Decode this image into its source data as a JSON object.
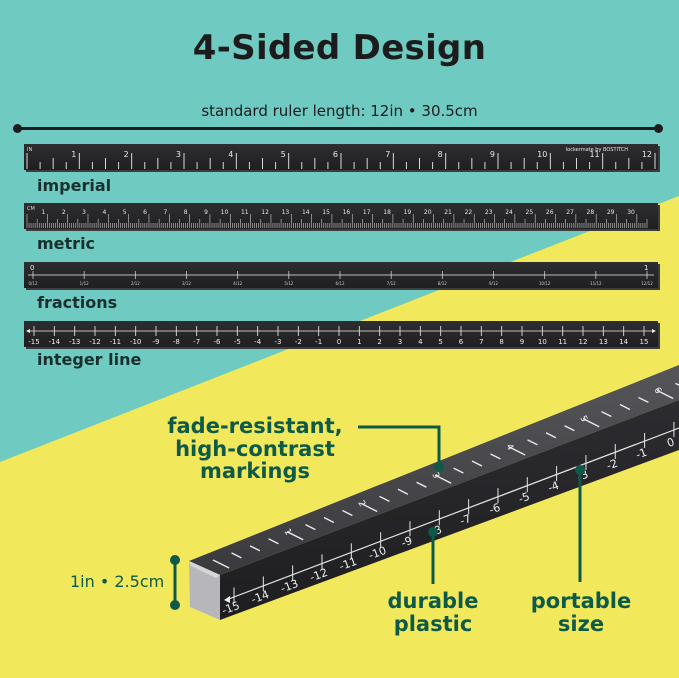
{
  "header": {
    "title": "4-Sided Design",
    "subtitle": "standard ruler length: 12in • 30.5cm"
  },
  "rulers": [
    {
      "side": "imperial",
      "unit_mark": "IN",
      "ticks": [
        "1",
        "2",
        "3",
        "4",
        "5",
        "6",
        "7",
        "8",
        "9",
        "10",
        "11",
        "12"
      ],
      "brand": "lockermate by BOSTITCH"
    },
    {
      "side": "metric",
      "unit_mark": "CM",
      "ticks": [
        "1",
        "2",
        "3",
        "4",
        "5",
        "6",
        "7",
        "8",
        "9",
        "10",
        "11",
        "12",
        "13",
        "14",
        "15",
        "16",
        "17",
        "18",
        "19",
        "20",
        "21",
        "22",
        "23",
        "24",
        "25",
        "26",
        "27",
        "28",
        "29",
        "30"
      ]
    },
    {
      "side": "fractions",
      "start": "0",
      "end": "1"
    },
    {
      "side": "integer line",
      "ticks": [
        "-15",
        "-14",
        "-13",
        "-12",
        "-11",
        "-10",
        "-9",
        "-8",
        "-7",
        "-6",
        "-5",
        "-4",
        "-3",
        "-2",
        "-1",
        "0",
        "1",
        "2",
        "3",
        "4",
        "5",
        "6",
        "7",
        "8",
        "9",
        "10",
        "11",
        "12",
        "13",
        "14",
        "15"
      ]
    }
  ],
  "labels": {
    "imperial": "imperial",
    "metric": "metric",
    "fractions": "fractions",
    "integer": "integer line"
  },
  "callouts": {
    "markings_line1": "fade-resistant,",
    "markings_line2": "high-contrast",
    "markings_line3": "markings",
    "durable_line1": "durable",
    "durable_line2": "plastic",
    "portable_line1": "portable",
    "portable_line2": "size",
    "size": "1in • 2.5cm"
  },
  "ruler3d": {
    "top_ticks": [
      "1",
      "2",
      "3",
      "4",
      "5",
      "6"
    ],
    "front_ticks": [
      "-15",
      "-14",
      "-13",
      "-12",
      "-11",
      "-10",
      "-9",
      "-8",
      "-7",
      "-6",
      "-5",
      "-4",
      "-3",
      "-2",
      "-1",
      "0"
    ]
  },
  "colors": {
    "teal": "#6fcac2",
    "yellow": "#f2e85c",
    "dark_green": "#0d5a48",
    "ruler_black": "#262628"
  }
}
